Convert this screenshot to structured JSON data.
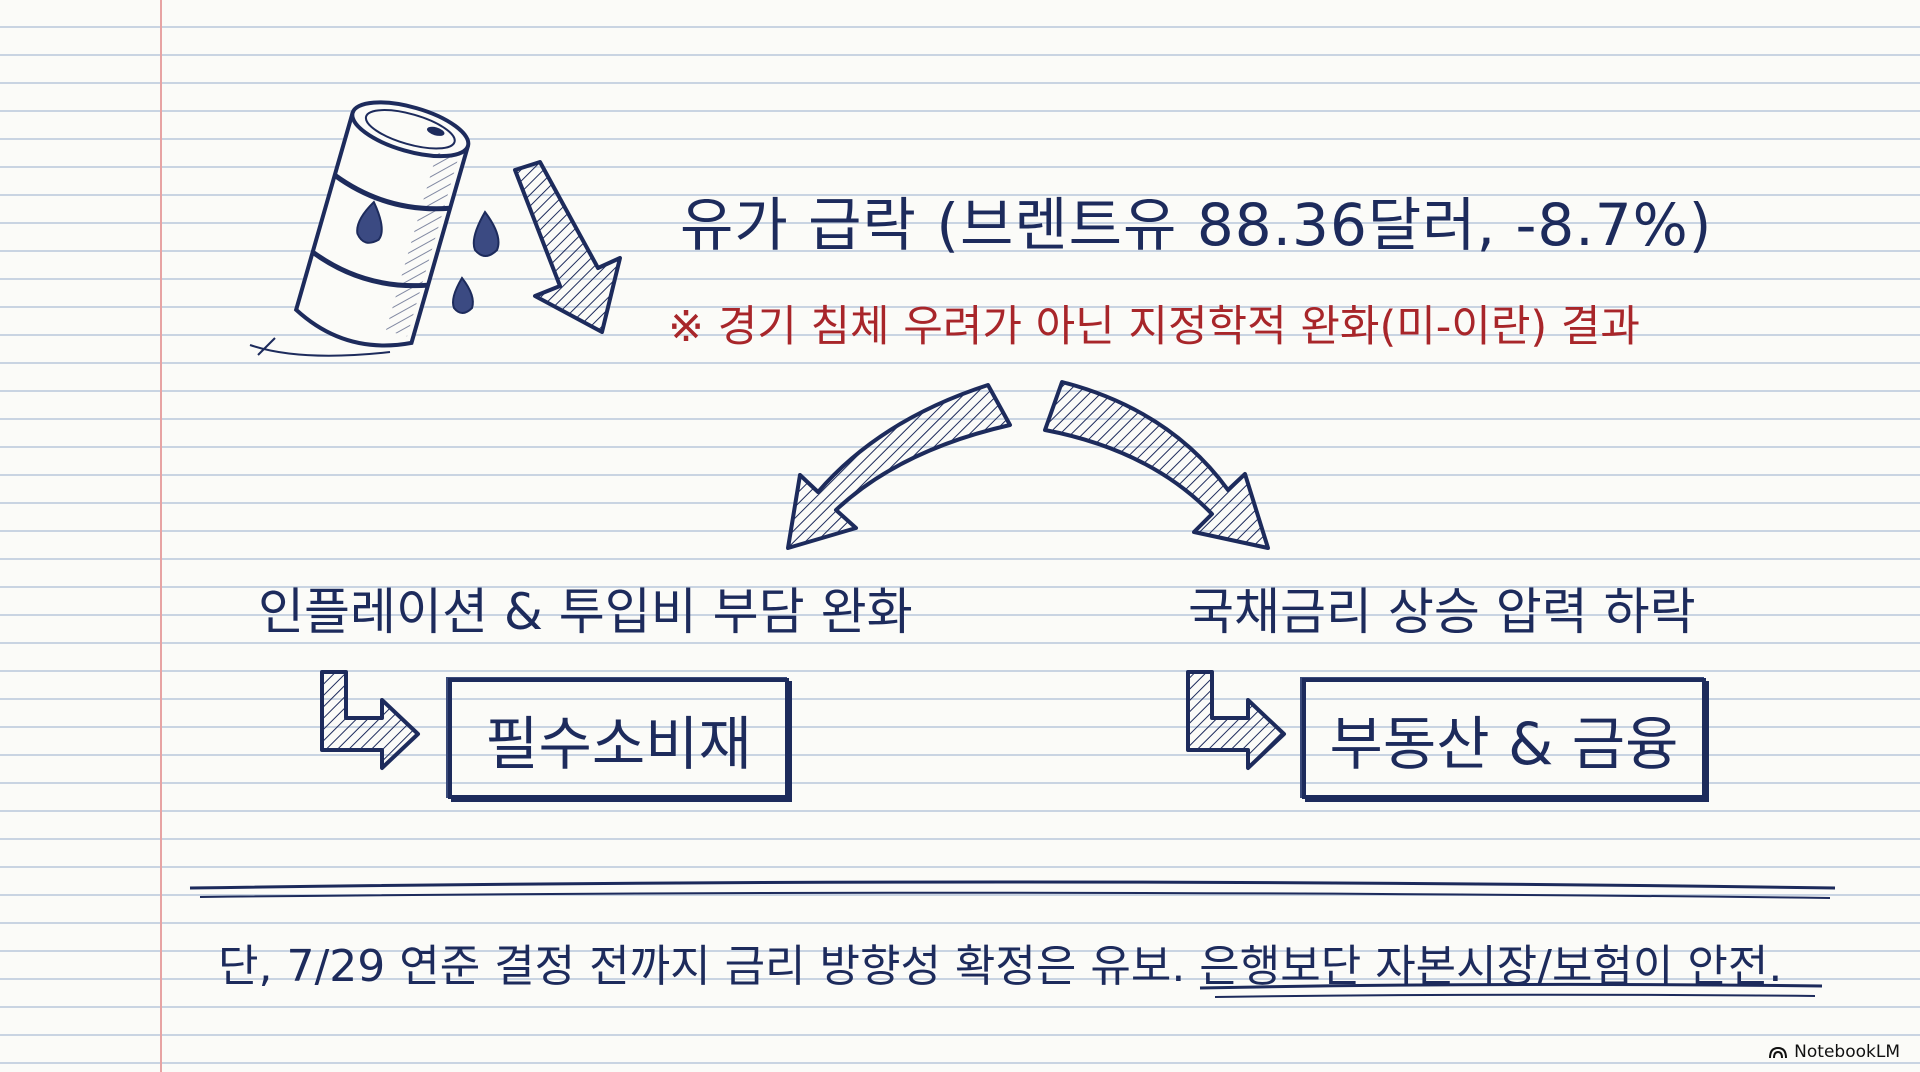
{
  "headline": "유가 급락 (브렌트유 88.36달러, -8.7%)",
  "note": "※ 경기 침체 우려가 아닌 지정학적 완화(미-이란) 결과",
  "left_branch": {
    "effect": "인플레이션 & 투입비 부담 완화",
    "sector": "필수소비재"
  },
  "right_branch": {
    "effect": "국채금리 상승 압력 하락",
    "sector": "부동산 & 금융"
  },
  "footer": "단, 7/29 연준 결정 전까지 금리 방향성 확정은 유보. 은행보단 자본시장/보험이 안전.",
  "brand": "NotebookLM",
  "colors": {
    "ink": "#1d2b5c",
    "warning": "#a8262a",
    "paper": "#fbfbf8",
    "rule": "#c9d4e2",
    "margin": "#e7a3a3"
  },
  "icons": [
    "oil-barrel-icon",
    "oil-drop-icon",
    "down-arrow-icon",
    "curved-arrow-left-icon",
    "curved-arrow-right-icon",
    "elbow-arrow-icon"
  ]
}
